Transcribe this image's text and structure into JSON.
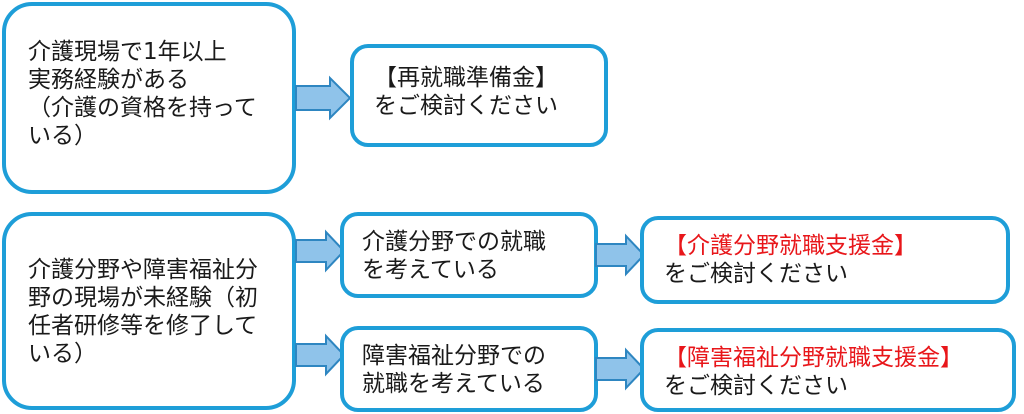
{
  "boxes": {
    "top_condition": {
      "lines": [
        "介護現場で1年以上",
        "実務経験がある",
        "（介護の資格を持って",
        "いる）"
      ]
    },
    "top_result": {
      "title": "【再就職準備金】",
      "subtitle": "をご検討ください"
    },
    "bottom_condition": {
      "lines": [
        "介護分野や障害福祉分",
        "野の現場が未経験（初",
        "任者研修等を修了して",
        "いる）"
      ]
    },
    "option_care": {
      "lines": [
        "介護分野での就職",
        "を考えている"
      ]
    },
    "result_care": {
      "title": "【介護分野就職支援金】",
      "subtitle": "をご検討ください"
    },
    "option_disability": {
      "lines": [
        "障害福祉分野での",
        "就職を考えている"
      ]
    },
    "result_disability": {
      "title": "【障害福祉分野就職支援金】",
      "subtitle": "をご検討ください"
    }
  },
  "colors": {
    "border": "#1e9ed8",
    "arrow_fill": "#8fc3ea",
    "arrow_stroke": "#2e86c1",
    "highlight_text": "#e8161a",
    "body_text": "#1a1a1a"
  }
}
